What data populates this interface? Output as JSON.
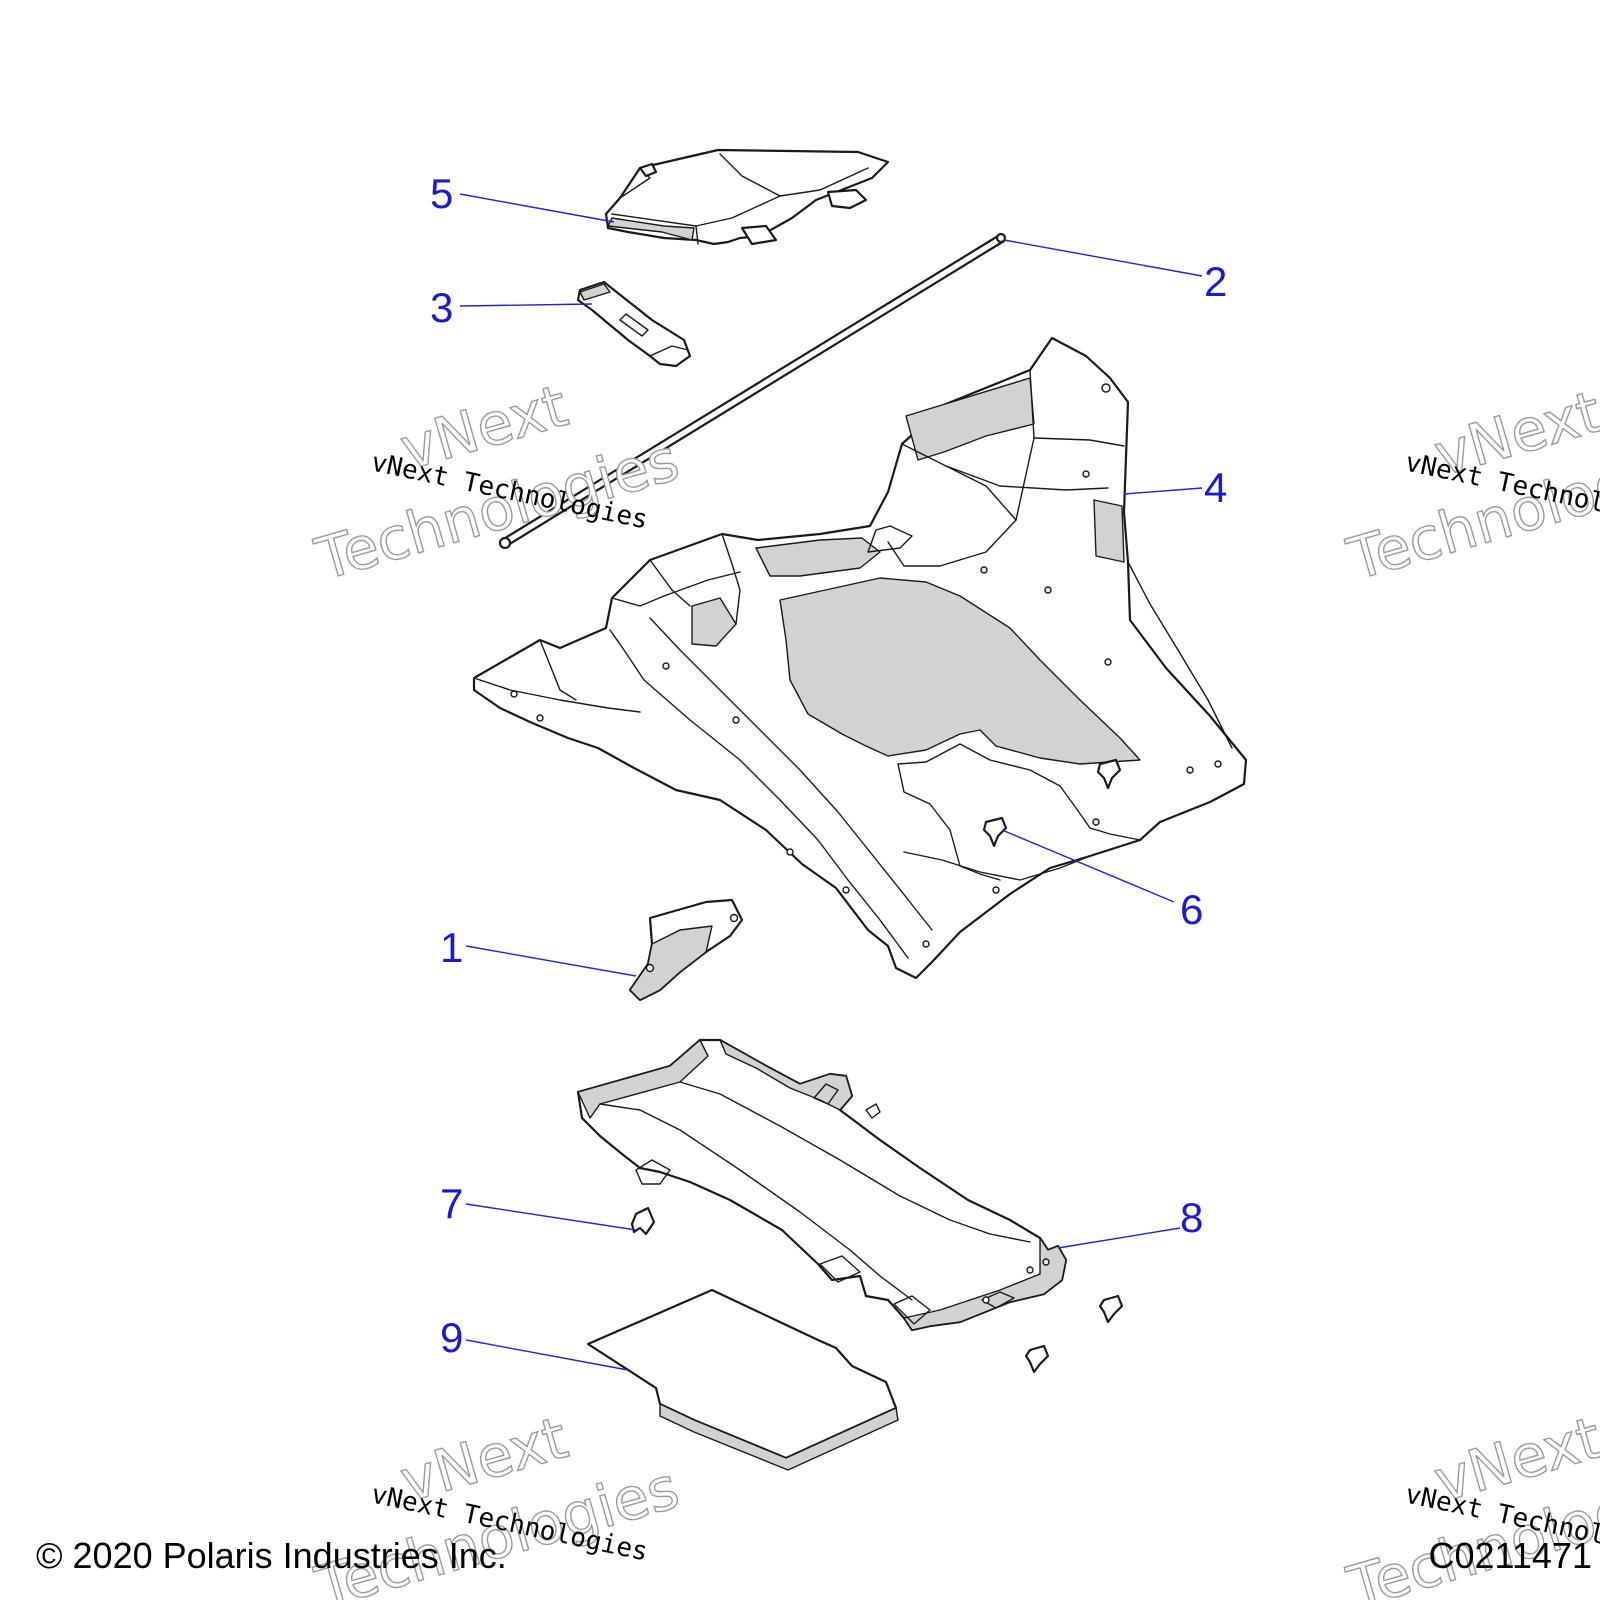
{
  "callouts": [
    {
      "id": "1",
      "label": "1"
    },
    {
      "id": "2",
      "label": "2"
    },
    {
      "id": "3",
      "label": "3"
    },
    {
      "id": "4",
      "label": "4"
    },
    {
      "id": "5",
      "label": "5"
    },
    {
      "id": "6",
      "label": "6"
    },
    {
      "id": "7",
      "label": "7"
    },
    {
      "id": "8",
      "label": "8"
    },
    {
      "id": "9",
      "label": "9"
    }
  ],
  "watermark": {
    "caption": "vNext Technologies",
    "big_line1": "vNext",
    "big_line2": "Technologies"
  },
  "footer": {
    "copyright": "© 2020 Polaris Industries Inc.",
    "drawing_number": "C0211471"
  },
  "colors": {
    "callout": "#1a1ad0",
    "line": "#1a1a1a",
    "shade": "#d2d2d2"
  }
}
